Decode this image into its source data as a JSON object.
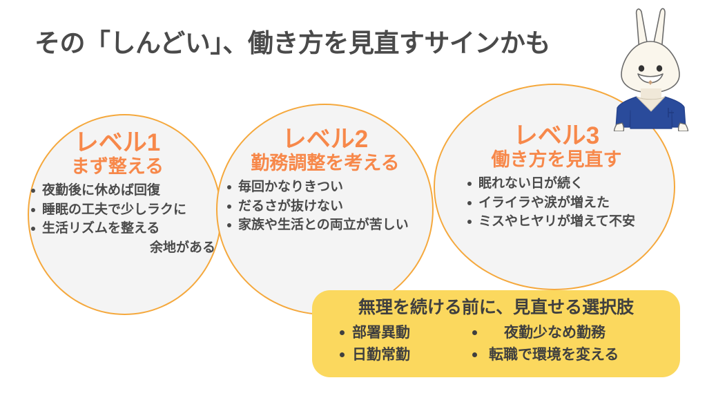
{
  "header": {
    "title": "その「しんどい」、働き方を見直すサインかも"
  },
  "colors": {
    "title_text": "#4a4a4a",
    "accent_orange": "#f7884a",
    "circle_border": "#f5a83c",
    "circle_fill": "#f4f4f4",
    "box_yellow": "#fbd85e",
    "body_text": "#4a4a4a",
    "scrubs_blue": "#2a4b9b",
    "rabbit_body": "#f5f0e6"
  },
  "levels": [
    {
      "heading": "レベル1",
      "subheading": "まず整える",
      "bullets": [
        {
          "text": "夜勤後に休めば回復",
          "continuation": ""
        },
        {
          "text": "睡眠の工夫で少しラクに",
          "continuation": ""
        },
        {
          "text": "生活リズムを整える",
          "continuation": "余地がある"
        }
      ]
    },
    {
      "heading": "レベル2",
      "subheading": "勤務調整を考える",
      "bullets": [
        {
          "text": "毎回かなりきつい",
          "continuation": ""
        },
        {
          "text": "だるさが抜けない",
          "continuation": ""
        },
        {
          "text": "家族や生活との両立が苦しい",
          "continuation": ""
        }
      ]
    },
    {
      "heading": "レベル3",
      "subheading": "働き方を見直す",
      "bullets": [
        {
          "text": "眠れない日が続く",
          "continuation": ""
        },
        {
          "text": "イライラや涙が増えた",
          "continuation": ""
        },
        {
          "text": "ミスやヒヤリが増えて不安",
          "continuation": ""
        }
      ]
    }
  ],
  "options_box": {
    "title": "無理を続ける前に、見直せる選択肢",
    "left_column": [
      "部署異動",
      "日勤常勤"
    ],
    "right_column": [
      "夜勤少なめ勤務",
      "転職で環境を変える"
    ]
  },
  "mascot": {
    "name": "rabbit-nurse-illustration"
  }
}
